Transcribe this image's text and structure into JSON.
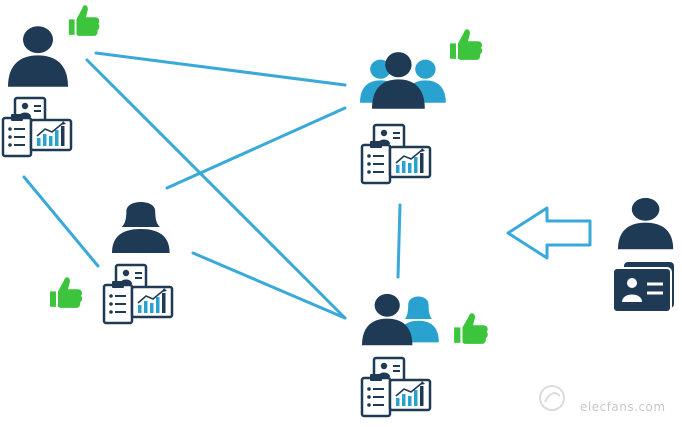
{
  "colors": {
    "navy": "#1f3a54",
    "sky": "#2aa2cf",
    "thumb": "#3cc53c",
    "arrow": "#39a9d9",
    "card_bg": "#1f3a54",
    "paper": "#ffffff"
  },
  "nodes": [
    {
      "id": "person-top-left",
      "icon": "person-icon",
      "thumb": true
    },
    {
      "id": "group-top-right",
      "icon": "group-icon",
      "thumb": true
    },
    {
      "id": "person-female-middle",
      "icon": "female-person-icon",
      "thumb": true
    },
    {
      "id": "group-bottom",
      "icon": "couple-icon",
      "thumb": true
    }
  ],
  "connections": [
    [
      "person-top-left",
      "group-top-right"
    ],
    [
      "person-top-left",
      "group-bottom"
    ],
    [
      "person-top-left",
      "person-female-middle"
    ],
    [
      "group-top-right",
      "person-female-middle"
    ],
    [
      "group-top-right",
      "group-bottom"
    ],
    [
      "person-female-middle",
      "group-bottom"
    ]
  ],
  "incoming": {
    "icon": "new-person-with-id-card-icon",
    "arrow": "left-arrow-icon"
  },
  "watermark": {
    "text": "elecfans.com"
  }
}
